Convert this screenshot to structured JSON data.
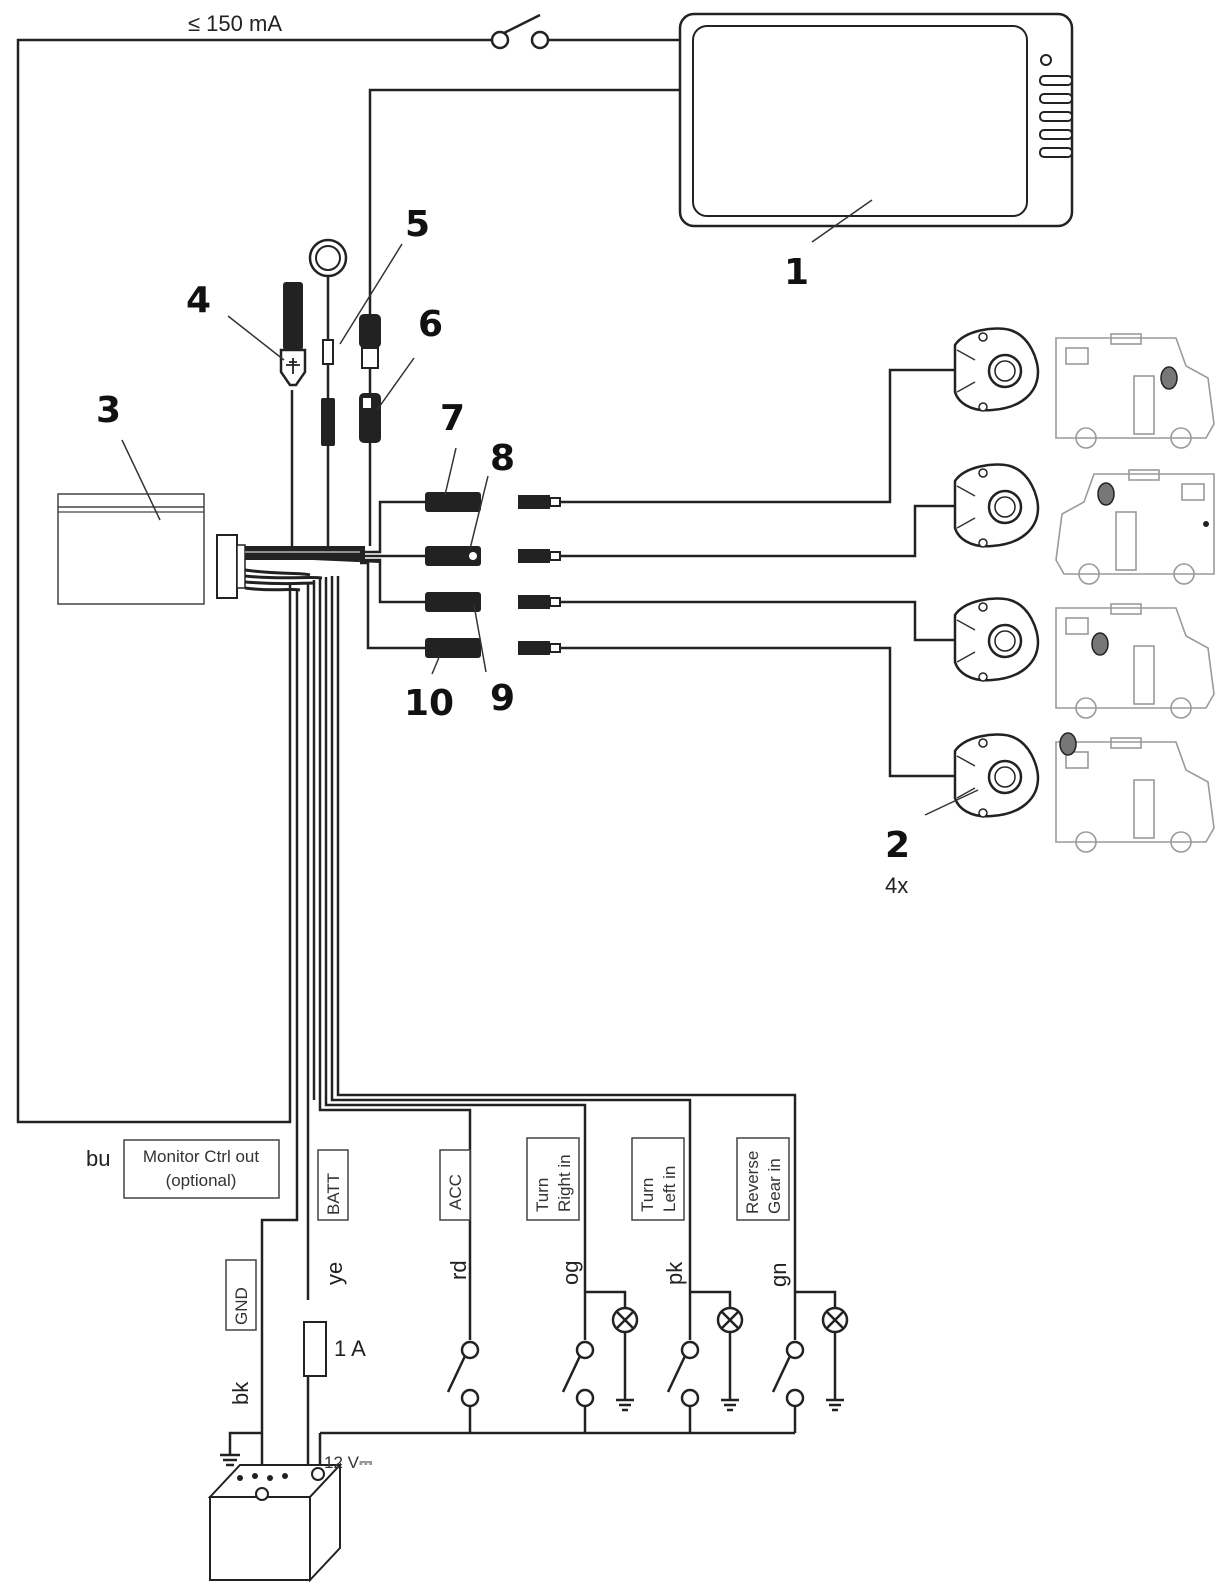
{
  "current_limit": "≤ 150 mA",
  "callouts": [
    "1",
    "2",
    "3",
    "4",
    "5",
    "6",
    "7",
    "8",
    "9",
    "10"
  ],
  "camera_count": "4x",
  "wire_labels": {
    "bu": {
      "code": "bu",
      "text1": "Monitor Ctrl out",
      "text2": "(optional)"
    },
    "ye": {
      "code": "ye",
      "box": "BATT"
    },
    "rd": {
      "code": "rd",
      "box": "ACC"
    },
    "og": {
      "code": "og",
      "line1": "Turn",
      "line2": "Right in"
    },
    "pk": {
      "code": "pk",
      "line1": "Turn",
      "line2": "Left in"
    },
    "gn": {
      "code": "gn",
      "line1": "Reverse",
      "line2": "Gear in"
    },
    "bk": {
      "code": "bk",
      "box": "GND"
    }
  },
  "fuse": "1 A",
  "battery_voltage": "12 V⎓"
}
